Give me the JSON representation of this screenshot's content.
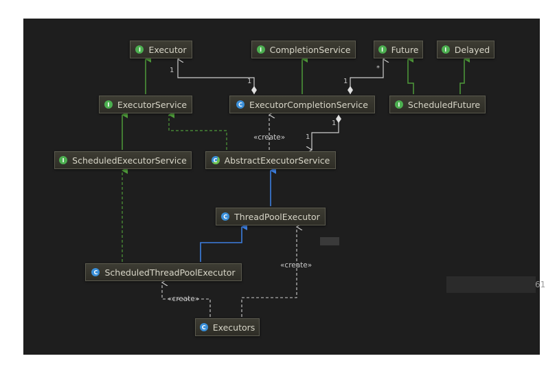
{
  "nodes": {
    "executor": {
      "label": "Executor",
      "kind": "interface"
    },
    "completion_service": {
      "label": "CompletionService",
      "kind": "interface"
    },
    "future": {
      "label": "Future",
      "kind": "interface"
    },
    "delayed": {
      "label": "Delayed",
      "kind": "interface"
    },
    "executor_service": {
      "label": "ExecutorService",
      "kind": "interface"
    },
    "executor_completion_service": {
      "label": "ExecutorCompletionService",
      "kind": "class"
    },
    "scheduled_future": {
      "label": "ScheduledFuture",
      "kind": "interface"
    },
    "scheduled_executor_service": {
      "label": "ScheduledExecutorService",
      "kind": "interface"
    },
    "abstract_executor_service": {
      "label": "AbstractExecutorService",
      "kind": "abstract"
    },
    "thread_pool_executor": {
      "label": "ThreadPoolExecutor",
      "kind": "class"
    },
    "scheduled_thread_pool_executor": {
      "label": "ScheduledThreadPoolExecutor",
      "kind": "class"
    },
    "executors": {
      "label": "Executors",
      "kind": "class"
    }
  },
  "badges": {
    "interface": "I",
    "class": "C",
    "abstract": "C"
  },
  "labels": {
    "create_1": "«create»",
    "create_2": "«create»",
    "create_3": "«create»"
  },
  "multiplicities": {
    "m1": "1",
    "m2": "1",
    "m3": "1",
    "m4": "*",
    "m5": "1",
    "m6": "1"
  },
  "watermark": "61",
  "colors": {
    "interface_badge": "#4caf50",
    "class_badge": "#3a8fd8",
    "extends_arrow": "#4f9b3a",
    "class_extends_arrow": "#3d7fe0",
    "association": "#cfcfcf"
  }
}
